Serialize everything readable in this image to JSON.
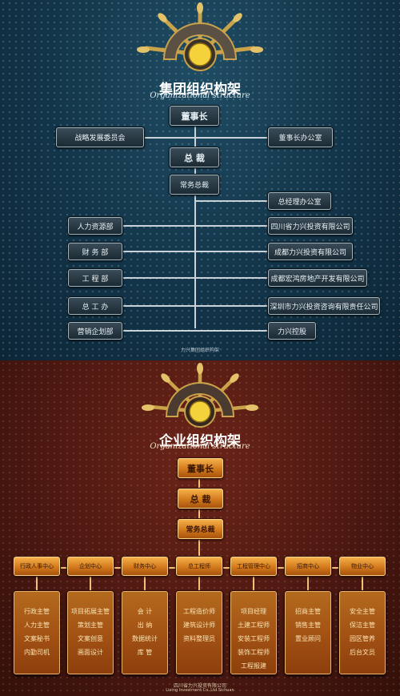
{
  "group": {
    "title": "集团组织构架",
    "subtitle": "Organizational structure",
    "chairman": "董事长",
    "left_committee": "战略发展委员会",
    "right_office": "董事长办公室",
    "president": "总 裁",
    "executive": "常务总裁",
    "gm_office": "总经理办公室",
    "left_depts": [
      "人力资源部",
      "财 务 部",
      "工 程 部",
      "总 工 办",
      "营销企划部"
    ],
    "right_companies": [
      "四川省力兴投资有限公司",
      "成都力兴投资有限公司",
      "成都宏鸿房地产开发有限公司",
      "深圳市力兴投资咨询有限责任公司",
      "力兴控股"
    ],
    "footer": "力兴集团组织构架"
  },
  "company": {
    "title": "企业组织构架",
    "subtitle": "Organizational structure",
    "chairman": "董事长",
    "president": "总 裁",
    "executive": "常务总裁",
    "centers": [
      {
        "name": "行政人事中心",
        "roles": [
          "行政主管",
          "人力主管",
          "文案秘书",
          "内勤司机"
        ]
      },
      {
        "name": "企划中心",
        "roles": [
          "项目拓展主管",
          "策划主管",
          "文案创意",
          "画面设计"
        ]
      },
      {
        "name": "财务中心",
        "roles": [
          "会 计",
          "出 纳",
          "数据统计",
          "库 管"
        ]
      },
      {
        "name": "总工程师",
        "roles": [
          "工程造价师",
          "建筑设计师",
          "资料整理员"
        ]
      },
      {
        "name": "工程管理中心",
        "roles": [
          "项目经理",
          "土建工程师",
          "安装工程师",
          "装饰工程师",
          "工程报建"
        ]
      },
      {
        "name": "招商中心",
        "roles": [
          "招商主管",
          "销售主管",
          "置业顾问"
        ]
      },
      {
        "name": "物业中心",
        "roles": [
          "安全主管",
          "保洁主管",
          "园区管养",
          "后台文员"
        ]
      }
    ],
    "footer_cn": "四川省力兴投资有限公司",
    "footer_en": "Lixing Investment Co.,Ltd.Sichuan"
  }
}
